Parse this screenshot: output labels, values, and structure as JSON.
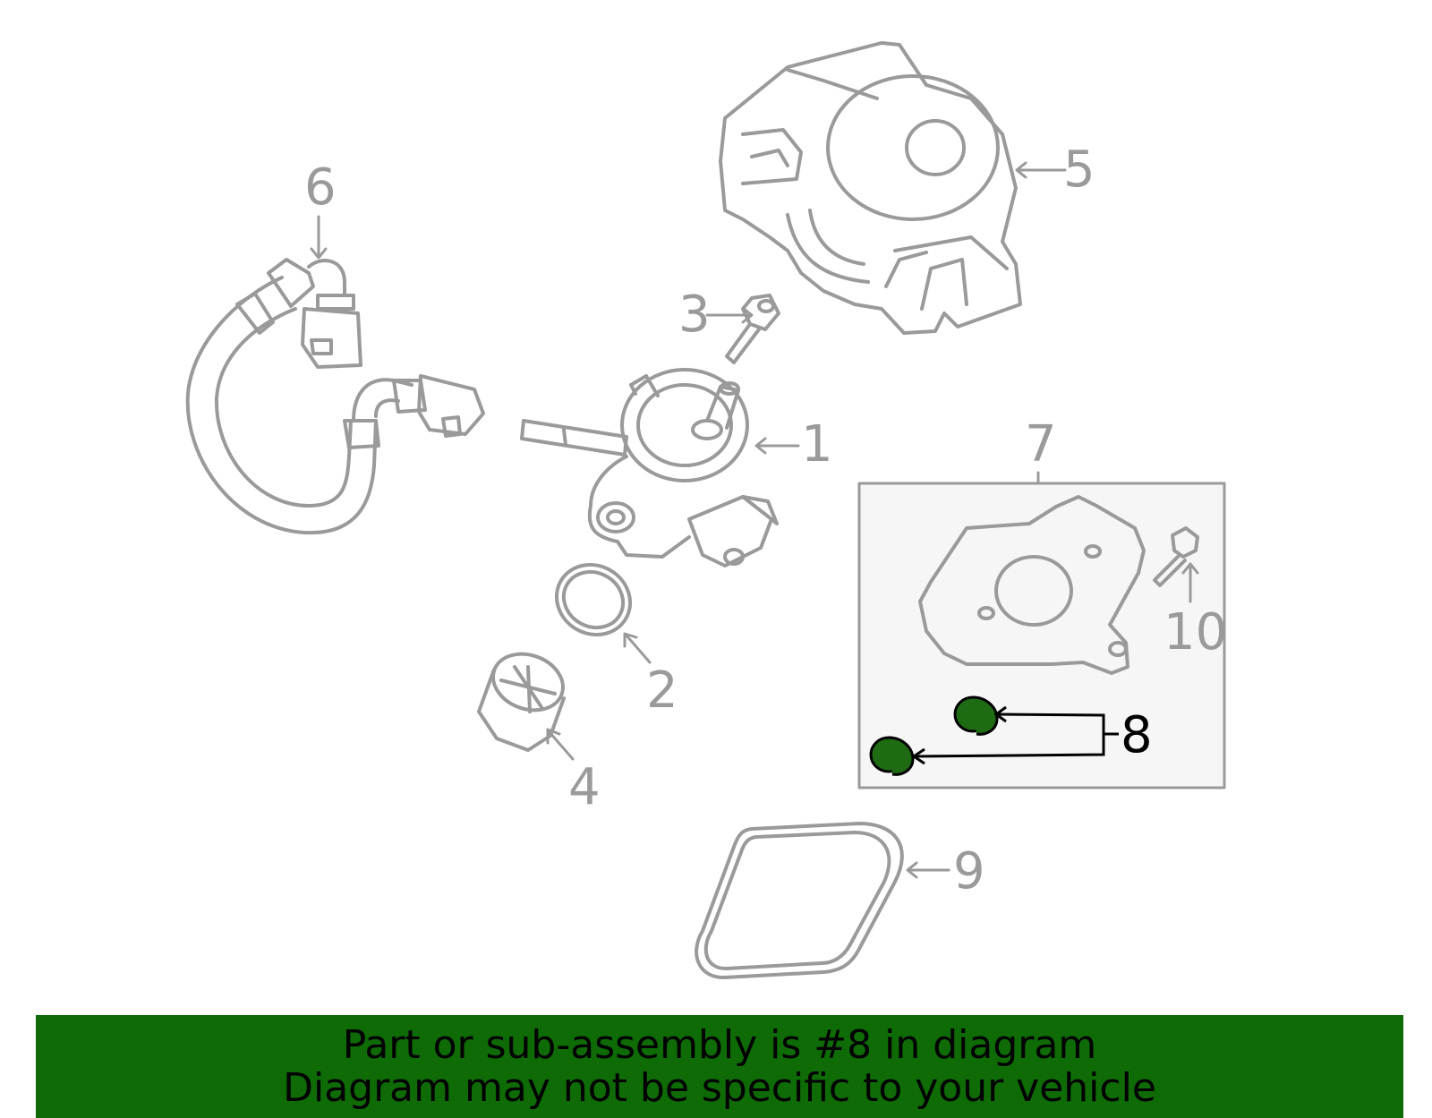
{
  "diagram": {
    "callouts": {
      "c1": "1",
      "c2": "2",
      "c3": "3",
      "c4": "4",
      "c5": "5",
      "c6": "6",
      "c7": "7",
      "c8": "8",
      "c9": "9",
      "c10": "10"
    },
    "highlighted_part": "8"
  },
  "banner": {
    "line1": "Part or sub-assembly is #8 in diagram",
    "line2": "Diagram may not be specific to your vehicle"
  },
  "colors": {
    "banner_background": "#0e6b06",
    "highlight_fill": "#1f6b14",
    "line_art": "#9a9a9a",
    "inset_background": "#f6f6f6"
  }
}
